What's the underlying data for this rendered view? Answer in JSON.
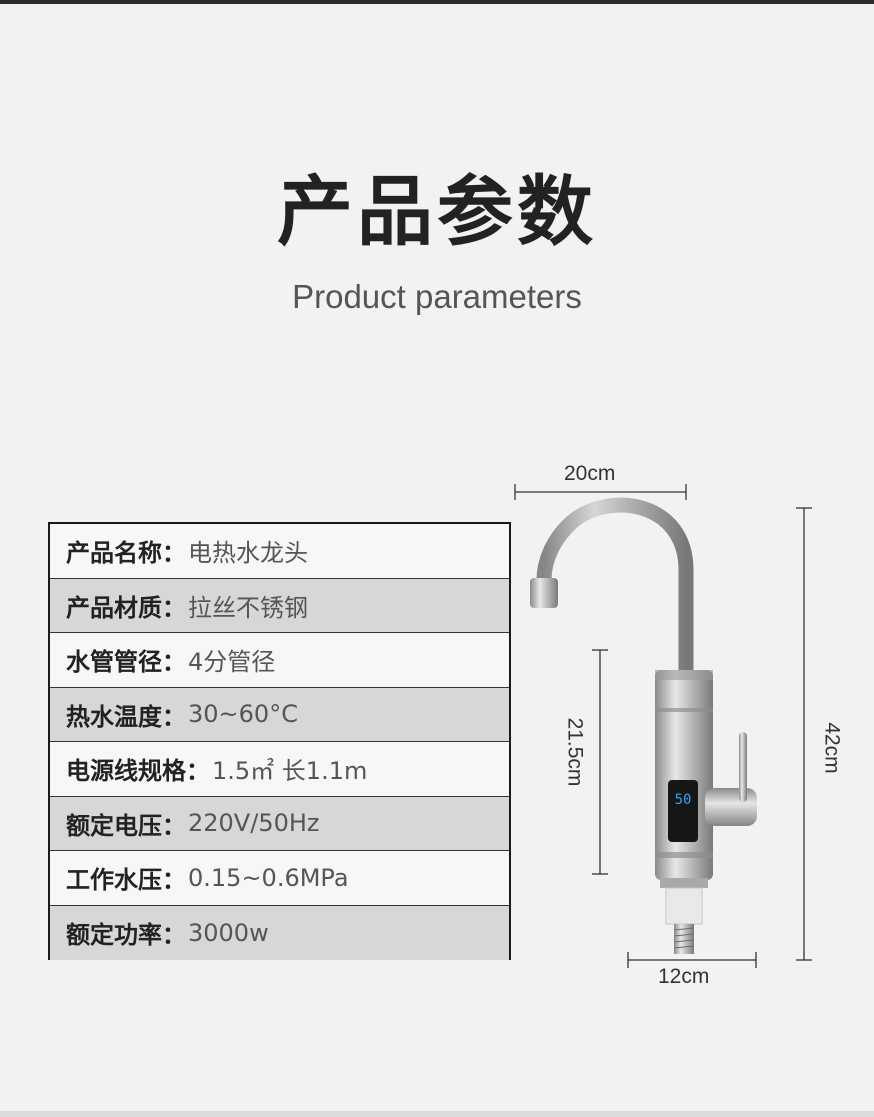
{
  "title_cn": "产品参数",
  "title_en": "Product parameters",
  "specs": [
    {
      "label": "产品名称：",
      "value": "电热水龙头"
    },
    {
      "label": "产品材质：",
      "value": "拉丝不锈钢"
    },
    {
      "label": "水管管径：",
      "value": "4分管径"
    },
    {
      "label": "热水温度：",
      "value": "30~60°C"
    },
    {
      "label": "电源线规格：",
      "value": "1.5㎡  长1.1m"
    },
    {
      "label": "额定电压：",
      "value": "220V/50Hz"
    },
    {
      "label": "工作水压：",
      "value": "0.15~0.6MPa"
    },
    {
      "label": "额定功率：",
      "value": "3000w"
    }
  ],
  "dimensions": {
    "width_top": "20cm",
    "height_body": "21.5cm",
    "height_total": "42cm",
    "width_bottom": "12cm"
  },
  "display": {
    "temperature": "50"
  },
  "colors": {
    "shaded_row": "#d7d7d7",
    "border": "#1a1a1a",
    "steel": "#b8b8b8",
    "display": "#3aa0e8"
  }
}
